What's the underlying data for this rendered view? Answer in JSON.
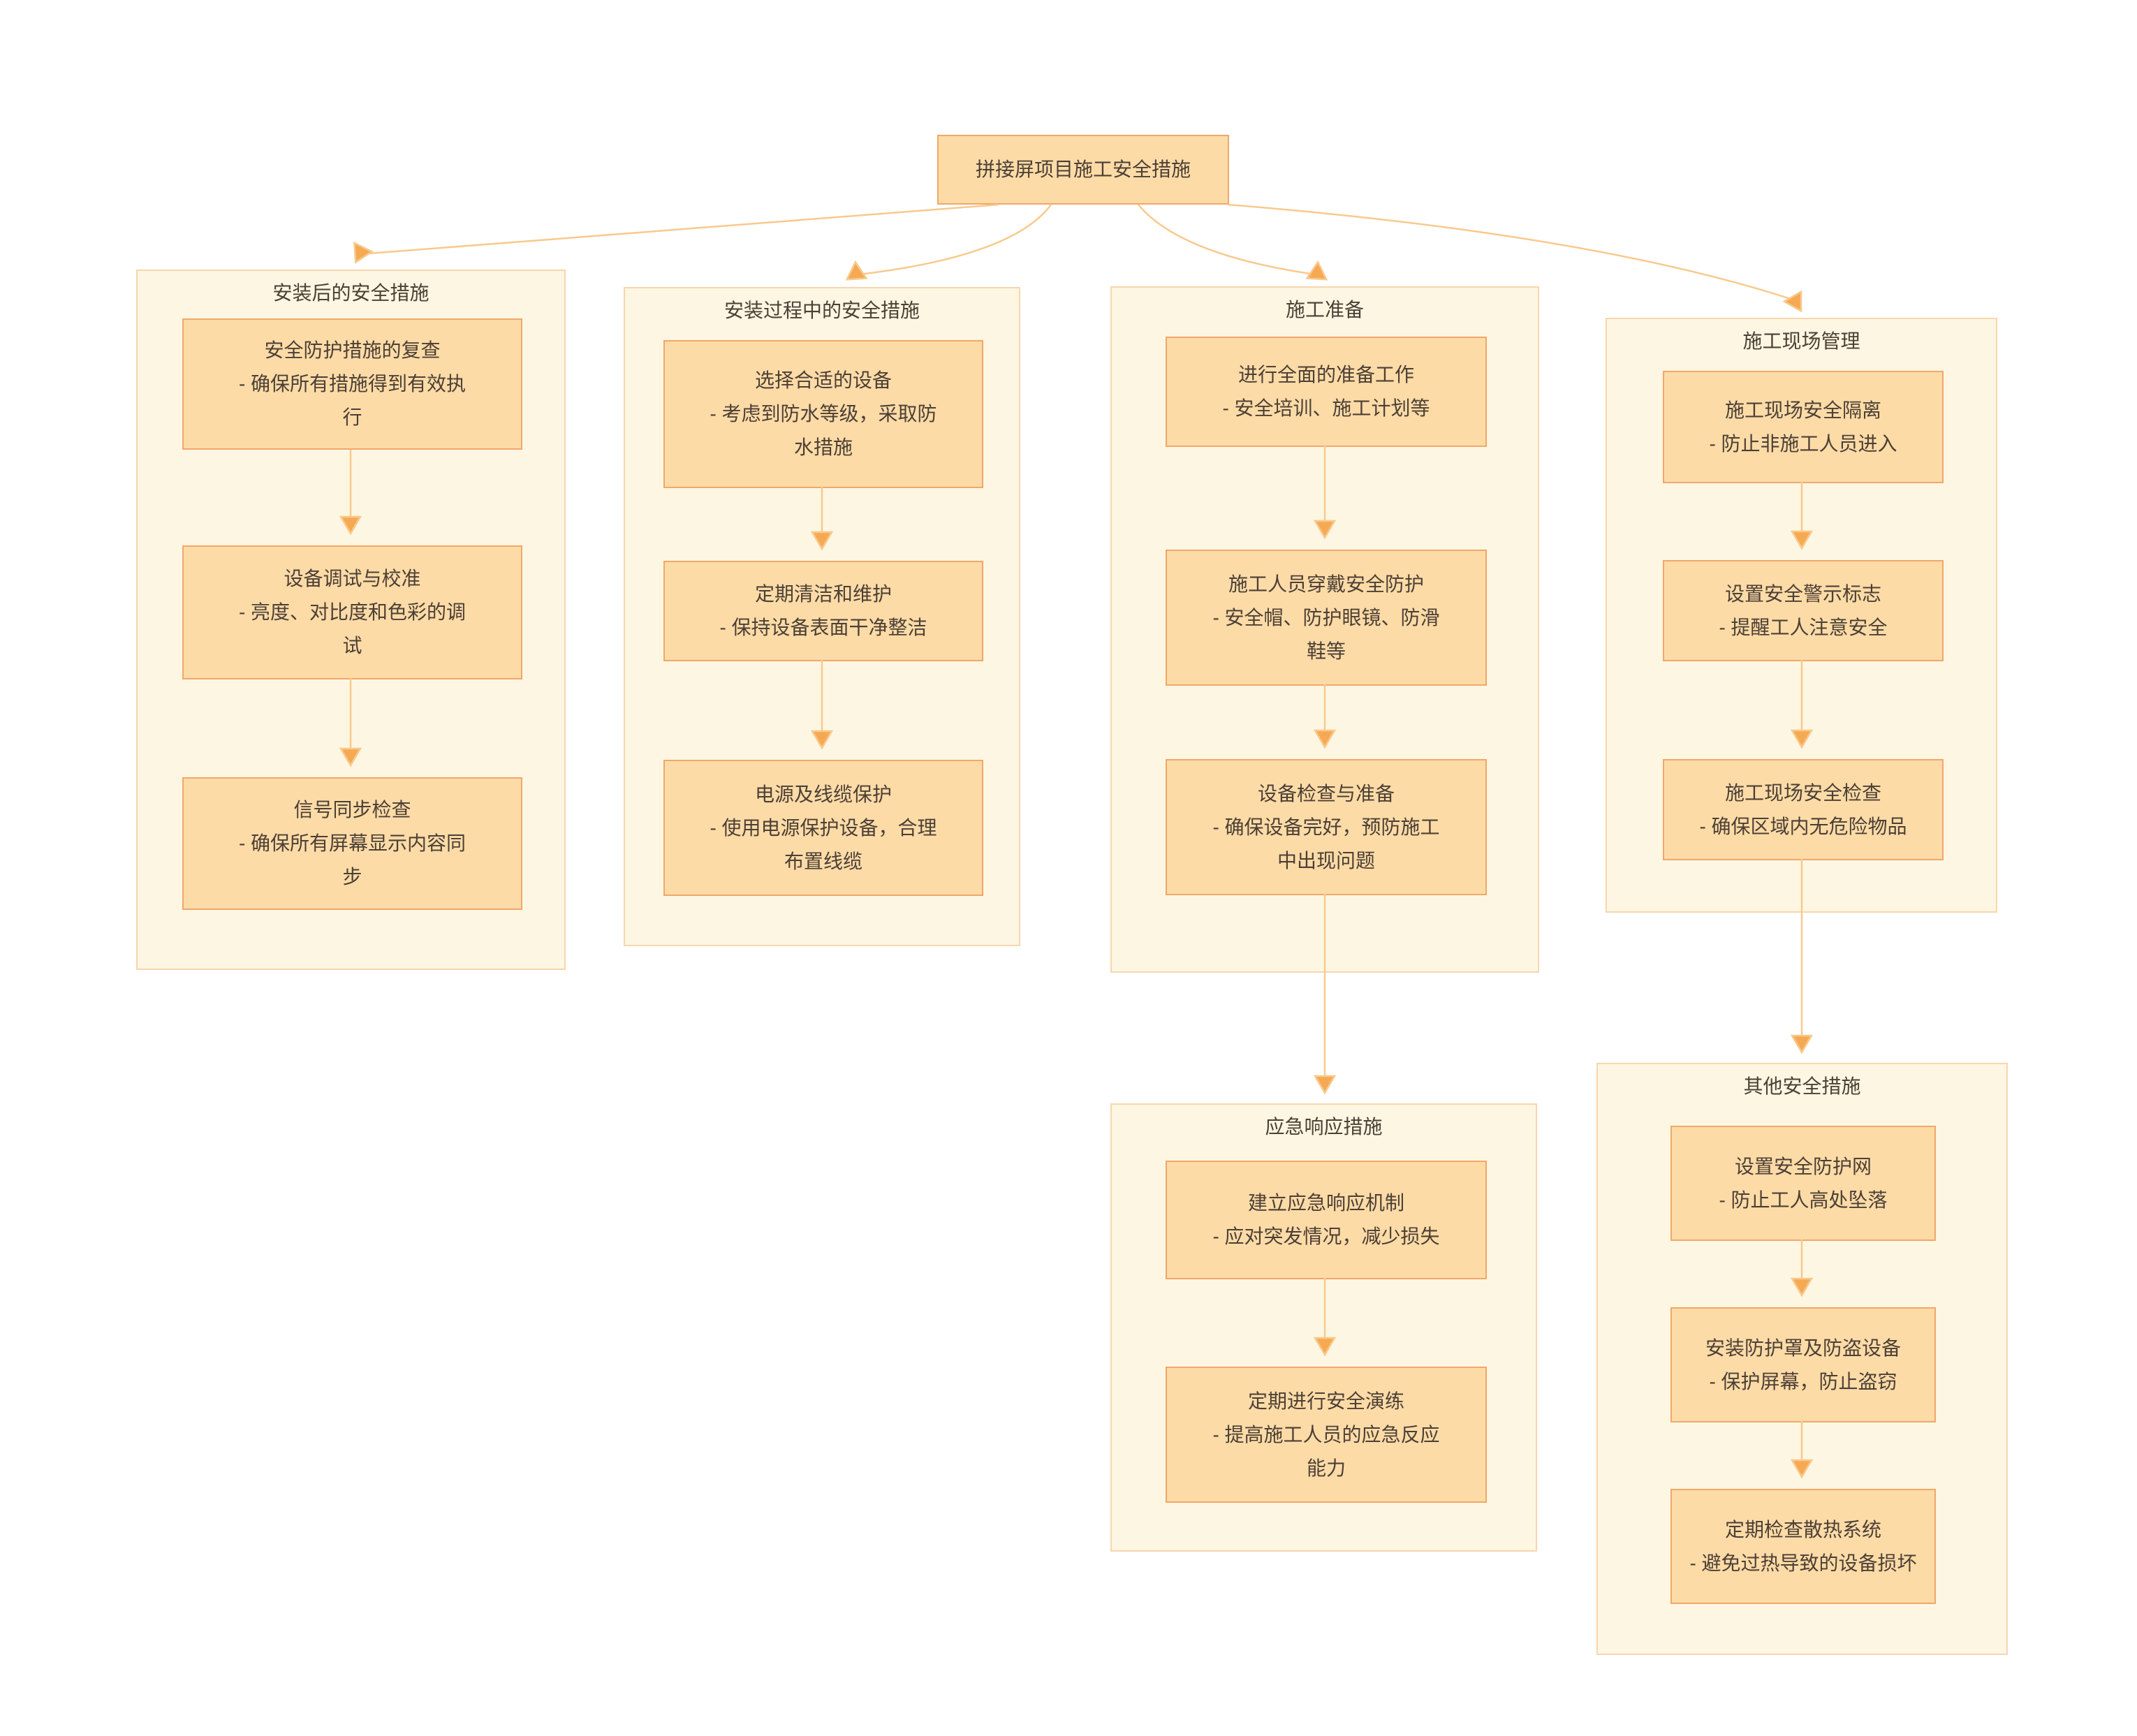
{
  "root": {
    "label": "拼接屏项目施工安全措施"
  },
  "groups": [
    {
      "title": "安装后的安全措施",
      "items": [
        {
          "title": "安全防护措施的复查",
          "desc": "- 确保所有措施得到有效执行"
        },
        {
          "title": "设备调试与校准",
          "desc": "- 亮度、对比度和色彩的调试"
        },
        {
          "title": "信号同步检查",
          "desc": "- 确保所有屏幕显示内容同步"
        }
      ]
    },
    {
      "title": "安装过程中的安全措施",
      "items": [
        {
          "title": "选择合适的设备",
          "desc": "- 考虑到防水等级，采取防水措施"
        },
        {
          "title": "定期清洁和维护",
          "desc": "- 保持设备表面干净整洁"
        },
        {
          "title": "电源及线缆保护",
          "desc": "- 使用电源保护设备，合理布置线缆"
        }
      ]
    },
    {
      "title": "施工准备",
      "items": [
        {
          "title": "进行全面的准备工作",
          "desc": "- 安全培训、施工计划等"
        },
        {
          "title": "施工人员穿戴安全防护",
          "desc": "- 安全帽、防护眼镜、防滑鞋等"
        },
        {
          "title": "设备检查与准备",
          "desc": "- 确保设备完好，预防施工中出现问题"
        }
      ]
    },
    {
      "title": "施工现场管理",
      "items": [
        {
          "title": "施工现场安全隔离",
          "desc": "- 防止非施工人员进入"
        },
        {
          "title": "设置安全警示标志",
          "desc": "- 提醒工人注意安全"
        },
        {
          "title": "施工现场安全检查",
          "desc": "- 确保区域内无危险物品"
        }
      ]
    },
    {
      "title": "应急响应措施",
      "items": [
        {
          "title": "建立应急响应机制",
          "desc": "- 应对突发情况，减少损失"
        },
        {
          "title": "定期进行安全演练",
          "desc": "- 提高施工人员的应急反应能力"
        }
      ]
    },
    {
      "title": "其他安全措施",
      "items": [
        {
          "title": "设置安全防护网",
          "desc": "- 防止工人高处坠落"
        },
        {
          "title": "安装防护罩及防盗设备",
          "desc": "- 保护屏幕，防止盗窃"
        },
        {
          "title": "定期检查散热系统",
          "desc": "- 避免过热导致的设备损坏"
        }
      ]
    }
  ],
  "colors": {
    "node_fill": "#FCDBA7",
    "node_border": "#F1A76A",
    "group_fill": "#FDF6E2",
    "group_border": "#F7D6AE",
    "line": "#F9C98C",
    "arrow": "#F6A953",
    "text": "#4C3F35"
  }
}
